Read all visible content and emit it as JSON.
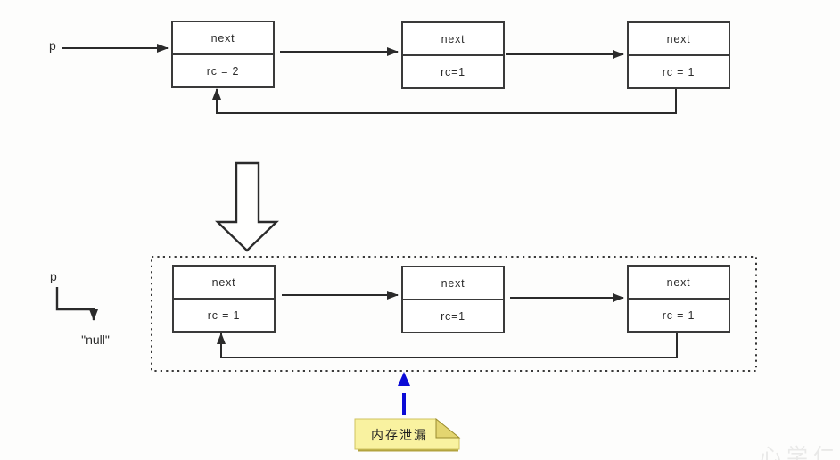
{
  "diagram": {
    "pointer_before": {
      "label": "p"
    },
    "pointer_after": {
      "label": "p",
      "target": "\"null\""
    },
    "top_list": {
      "nodes": [
        {
          "field": "next",
          "rc": "rc = 2"
        },
        {
          "field": "next",
          "rc": "rc=1"
        },
        {
          "field": "next",
          "rc": "rc = 1"
        }
      ]
    },
    "bottom_list": {
      "nodes": [
        {
          "field": "next",
          "rc": "rc = 1"
        },
        {
          "field": "next",
          "rc": "rc=1"
        },
        {
          "field": "next",
          "rc": "rc = 1"
        }
      ]
    },
    "note": {
      "label": "内存泄漏"
    },
    "watermark": "心学仁",
    "colors": {
      "line": "#2b2b2b",
      "box_border": "#3a3a3a",
      "box_fill": "#ffffff",
      "leak_arrow_blue": "#0b0bd6",
      "note_fill": "#f9f2a0",
      "note_fold": "#e3d570",
      "note_shadow": "#b3a43e",
      "background": "#fdfdfc"
    }
  }
}
